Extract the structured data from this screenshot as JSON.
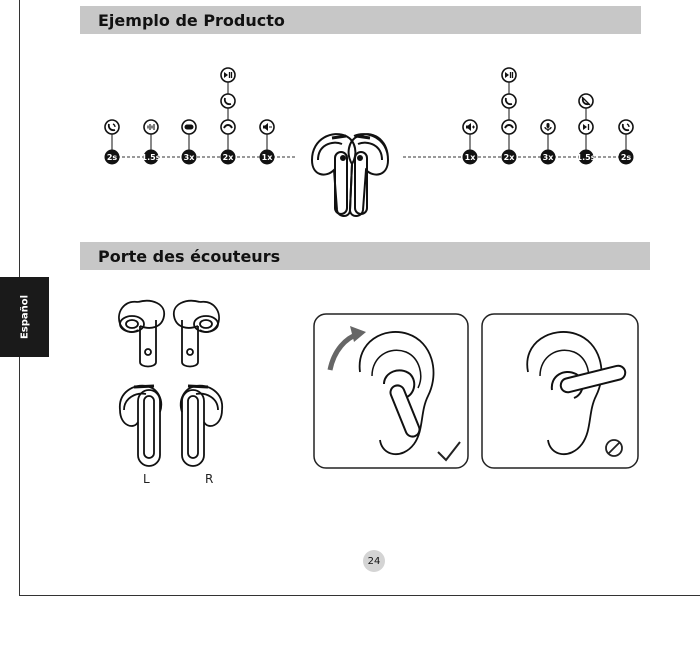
{
  "sections": {
    "product_example": {
      "title": "Ejemplo de Producto"
    },
    "wearing": {
      "title": "Porte des écouteurs"
    }
  },
  "side_tab": {
    "label": "Español"
  },
  "left_controls": [
    {
      "badge": "2s",
      "icons": [
        "call-voice-icon"
      ]
    },
    {
      "badge": "1.5s",
      "icons": [
        "voice-wave-icon"
      ]
    },
    {
      "badge": "3x",
      "icons": [
        "gamepad-icon"
      ]
    },
    {
      "badge": "2x",
      "icons": [
        "hangup-icon",
        "call-icon",
        "play-pause-icon"
      ]
    },
    {
      "badge": "1x",
      "icons": [
        "volume-down-icon"
      ]
    }
  ],
  "right_controls": [
    {
      "badge": "1x",
      "icons": [
        "volume-up-icon"
      ]
    },
    {
      "badge": "2x",
      "icons": [
        "hangup-icon",
        "call-icon",
        "play-pause-icon"
      ]
    },
    {
      "badge": "3x",
      "icons": [
        "microphone-icon"
      ]
    },
    {
      "badge": "1.5s",
      "icons": [
        "next-track-icon",
        "reject-call-icon"
      ]
    },
    {
      "badge": "2s",
      "icons": [
        "call-voice-icon"
      ]
    }
  ],
  "earbud_labels": {
    "left": "L",
    "right": "R"
  },
  "wear_panels": [
    {
      "result": "correct",
      "mark": "check-icon"
    },
    {
      "result": "incorrect",
      "mark": "prohibited-icon"
    }
  ],
  "page": {
    "number": "24"
  }
}
